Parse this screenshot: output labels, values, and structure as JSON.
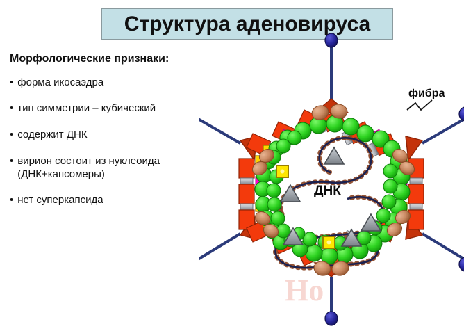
{
  "title": {
    "text": "Структура аденовируса",
    "box_bg": "#c3e0e6",
    "box_border": "#8a9a9e"
  },
  "left_panel": {
    "heading": "Морфологические признаки:",
    "bullet_char": "•",
    "bullets": [
      {
        "text": "форма икосаэдра"
      },
      {
        "text": "тип симметрии – кубический"
      },
      {
        "text": "содержит ДНК"
      },
      {
        "text": "вирион состоит из нуклеоида\n(ДНК+капсомеры)"
      },
      {
        "text": "нет суперкапсида"
      }
    ]
  },
  "figure": {
    "name": "adenovirus-structure-diagram",
    "labels": {
      "fiber": "фибра",
      "dna": "ДНК"
    },
    "watermark": "Но",
    "colors": {
      "capsid_block": "#f33a0c",
      "capsid_block_dark": "#c42f08",
      "capsid_outline": "#8f2305",
      "connector_gray": "#b9bcc2",
      "connector_gray_dark": "#7d8189",
      "penton_vertex": "#c4330a",
      "fiber_stalk": "#2b3a7a",
      "fiber_knob": "#26259c",
      "capsomer_green": "#2fd422",
      "capsomer_green_dark": "#119a0a",
      "core_protein_brown": "#c98a63",
      "core_protein_brown_dark": "#a06038",
      "marker_triangle_gray": "#9aa0a6",
      "marker_square_yellow": "#ffe600",
      "marker_triangle_magenta": "#ff00d0",
      "dna_strand": "#1b2150",
      "dna_dots": "#8d4a2a",
      "background": "#ffffff"
    },
    "counts": {
      "fibers": 6,
      "hexagon_sides": 6
    }
  }
}
